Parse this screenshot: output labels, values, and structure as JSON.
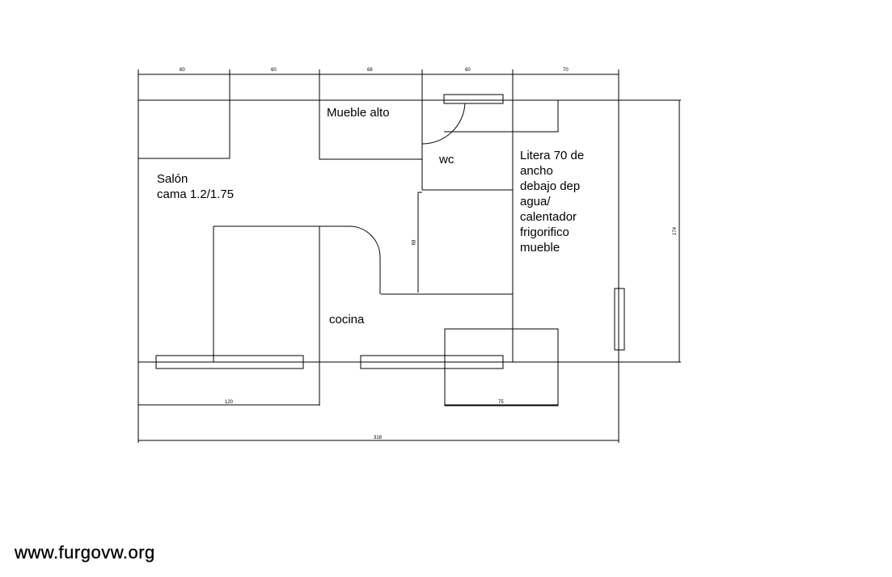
{
  "labels": {
    "salon_line1": "Salón",
    "salon_line2": "cama 1.2/1.75",
    "mueble_alto": "Mueble alto",
    "wc": "wc",
    "litera_lines": [
      "Litera 70 de",
      "ancho",
      "debajo dep",
      "agua/",
      "calentador",
      "frigorifico",
      "mueble"
    ],
    "cocina": "cocina"
  },
  "dimensions": {
    "top": [
      "60",
      "60",
      "68",
      "60",
      "70"
    ],
    "height_right": "174",
    "inner_vertical": "68",
    "bottom_left": "120",
    "bottom_mid": "75",
    "total": "318"
  },
  "watermark": "www.furgovw.org"
}
